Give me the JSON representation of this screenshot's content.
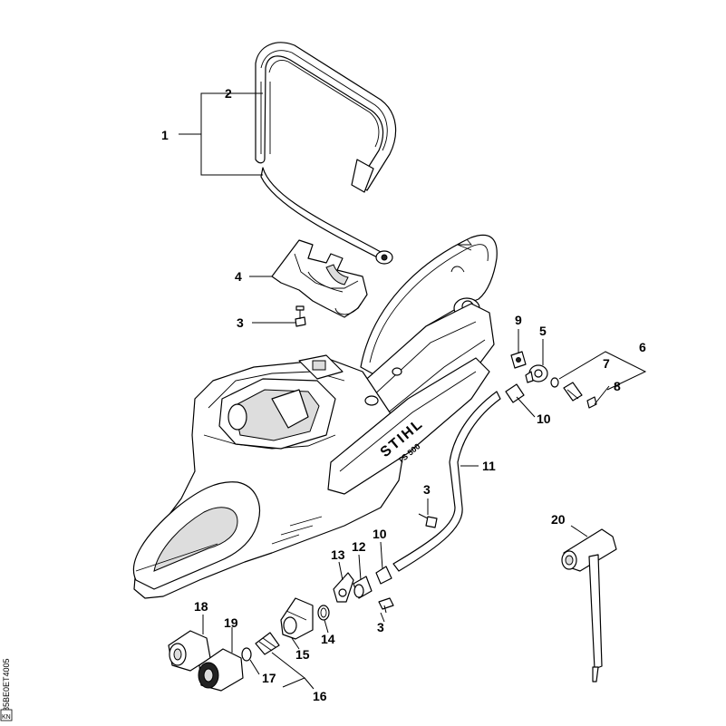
{
  "diagram": {
    "callouts": [
      {
        "id": "c1",
        "text": "1"
      },
      {
        "id": "c2",
        "text": "2"
      },
      {
        "id": "c4",
        "text": "4"
      },
      {
        "id": "c3a",
        "text": "3"
      },
      {
        "id": "c9",
        "text": "9"
      },
      {
        "id": "c5",
        "text": "5"
      },
      {
        "id": "c6",
        "text": "6"
      },
      {
        "id": "c7",
        "text": "7"
      },
      {
        "id": "c8",
        "text": "8"
      },
      {
        "id": "c10a",
        "text": "10"
      },
      {
        "id": "c11",
        "text": "11"
      },
      {
        "id": "c3b",
        "text": "3"
      },
      {
        "id": "c13",
        "text": "13"
      },
      {
        "id": "c12",
        "text": "12"
      },
      {
        "id": "c10b",
        "text": "10"
      },
      {
        "id": "c3c",
        "text": "3"
      },
      {
        "id": "c14",
        "text": "14"
      },
      {
        "id": "c15",
        "text": "15"
      },
      {
        "id": "c18",
        "text": "18"
      },
      {
        "id": "c19",
        "text": "19"
      },
      {
        "id": "c17",
        "text": "17"
      },
      {
        "id": "c16",
        "text": "16"
      },
      {
        "id": "c20",
        "text": "20"
      }
    ],
    "machine_brand": "STIHL",
    "machine_model": "TS 500",
    "drawing_code": "785BE0ET4005",
    "drawing_tag": "KN"
  }
}
